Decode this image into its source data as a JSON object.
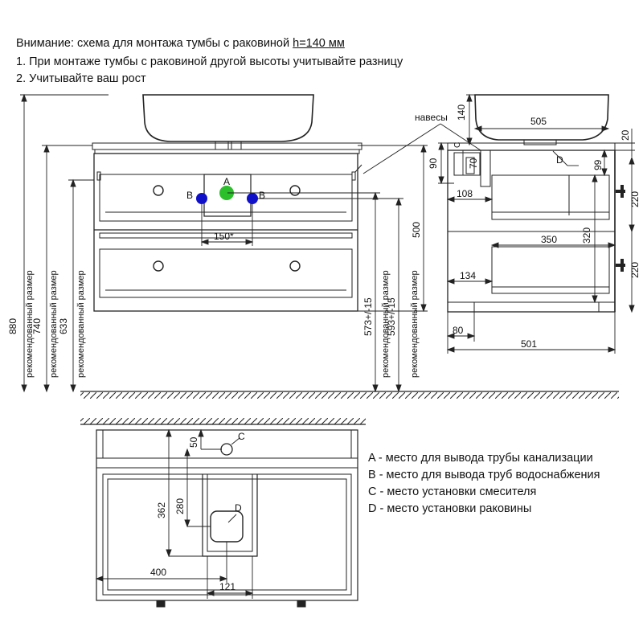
{
  "notes": {
    "warning_prefix": "Внимание: схема для монтажа тумбы с раковиной ",
    "warning_height": "h=140 мм",
    "line1": "1. При монтаже тумбы с раковиной другой высоты учитывайте разницу",
    "line2": "2. Учитывайте ваш рост"
  },
  "front_view": {
    "point_a": "A",
    "point_b_left": "B",
    "point_b_right": "B",
    "dim_150": "150*",
    "dim_880": "880",
    "dim_740": "740",
    "dim_633": "633",
    "dim_500": "500",
    "dim_573": "573+/-15",
    "dim_593": "593+/-15",
    "rec_size_1": "рекомендованный размер",
    "rec_size_2": "рекомендованный размер",
    "rec_size_3": "рекомендованный размер",
    "rec_size_4": "рекомендованный размер",
    "rec_size_5": "рекомендованный размер"
  },
  "side_view": {
    "hinges_label": "навесы",
    "dim_140": "140",
    "dim_505": "505",
    "dim_20": "20",
    "dim_90": "90",
    "dim_70": "70",
    "dim_99": "99",
    "dim_108": "108",
    "dim_220_top": "220",
    "dim_320": "320",
    "dim_350": "350",
    "dim_220_bottom": "220",
    "dim_134": "134",
    "dim_80": "80",
    "dim_501": "501",
    "point_c": "C",
    "point_d": "D"
  },
  "top_view": {
    "dim_50": "50",
    "dim_362": "362",
    "dim_280": "280",
    "dim_400": "400",
    "dim_121": "121",
    "point_c": "C",
    "point_d": "D"
  },
  "legend": {
    "a": "A - место для вывода трубы канализации",
    "b": "B - место для вывода труб водоснабжения",
    "c": "C - место установки смесителя",
    "d": "D - место установки раковины"
  },
  "colors": {
    "drain_point": "#2bbf2b",
    "water_point": "#1010c8",
    "line": "#222222"
  }
}
